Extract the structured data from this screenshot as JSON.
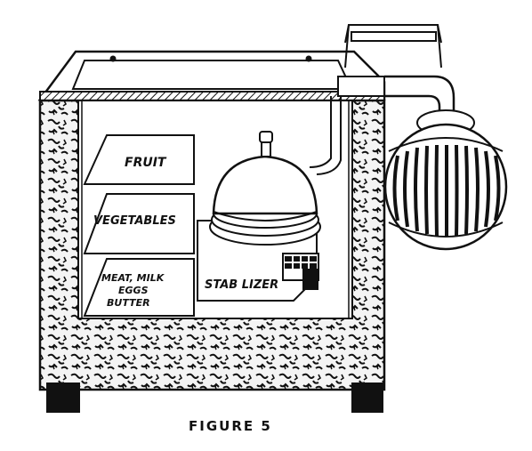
{
  "diagram": {
    "shelf_labels": [
      "FRUIT",
      "VEGETABLES"
    ],
    "bottom_shelf_lines": [
      "MEAT, MILK",
      "EGGS",
      "BUTTER"
    ],
    "component_label": "STAB LIZER",
    "caption": "FIGURE 5"
  }
}
